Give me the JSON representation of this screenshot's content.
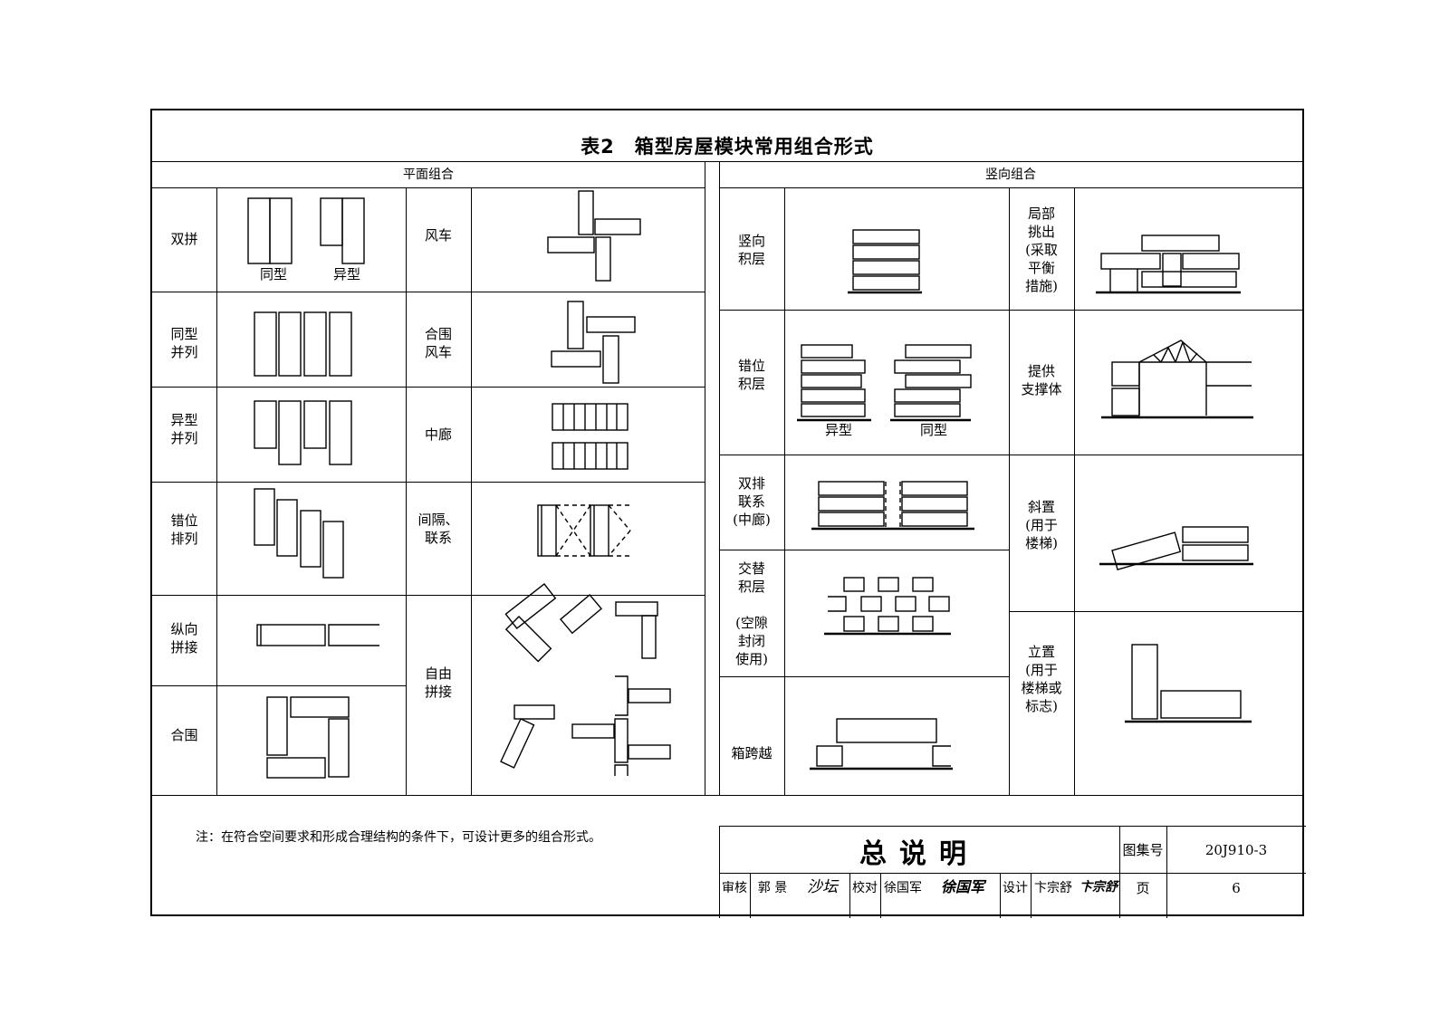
{
  "table_title": "表2　箱型房屋模块常用组合形式",
  "sections": {
    "plan": "平面组合",
    "vertical": "竖向组合"
  },
  "plan_rows": {
    "shuangpin": "双拼",
    "tongxing_binglie": "同型\n并列",
    "yixing_binglie": "异型\n并列",
    "cuowei_pailie": "错位\n排列",
    "zongxiang_pinjie": "纵向\n拼接",
    "hewei": "合围",
    "fengche": "风车",
    "hewei_fengche": "合围\n风车",
    "zhonglang": "中廊",
    "jiange_lianxi": "间隔、\n联系",
    "ziyou_pinjie": "自由\n拼接"
  },
  "plan_sublabels": {
    "same": "同型",
    "diff": "异型"
  },
  "vertical_rows": {
    "shuxiang_jiceng": "竖向\n积层",
    "cuowei_jiceng": "错位\n积层",
    "shuangpai_lianxi": "双排\n联系\n(中廊)",
    "jiaoti_jiceng": "交替\n积层\n\n(空隙\n封闭\n使用)",
    "xiang_kuayue": "箱跨越",
    "jubu_tiaochu": "局部\n挑出\n(采取\n平衡\n措施)",
    "tigong_zhicheng": "提供\n支撑体",
    "xiezhi": "斜置\n(用于\n楼梯)",
    "lizhi": "立置\n(用于\n楼梯或\n标志)"
  },
  "vertical_sublabels": {
    "diff": "异型",
    "same": "同型"
  },
  "note": "注：在符合空间要求和形成合理结构的条件下，可设计更多的组合形式。",
  "title_block": {
    "drawing_title": "总说明",
    "atlas_label": "图集号",
    "atlas_no": "20J910-3",
    "page_label": "页",
    "page_no": "6",
    "review_label": "审核",
    "review_name": "郭 景",
    "check_label": "校对",
    "check_name": "徐国军",
    "design_label": "设计",
    "design_name": "卞宗舒",
    "review_signature": "沙坛",
    "check_signature": "徐国军",
    "design_signature": "卞宗舒"
  }
}
